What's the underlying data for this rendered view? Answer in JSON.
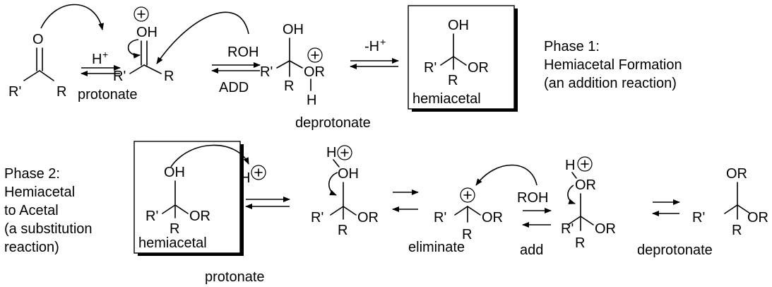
{
  "phase1": {
    "title_line1": "Phase 1:",
    "title_line2": "Hemiacetal Formation",
    "title_line3": "(an addition reaction)",
    "reagent_proton": "H",
    "reagent_proton_sup": "+",
    "step_protonate": "protonate",
    "reagent_alcohol": "ROH",
    "step_add": "ADD",
    "reagent_deprotonate": "-H",
    "reagent_deprotonate_sup": "+",
    "step_deprotonate": "deprotonate",
    "product_label": "hemiacetal"
  },
  "phase2": {
    "title_line1": "Phase 2:",
    "title_line2": "Hemiacetal",
    "title_line3": "to Acetal",
    "title_line4": "(a substitution",
    "title_line5": "reaction)",
    "start_label": "hemiacetal",
    "reagent_proton": "H",
    "step_protonate": "protonate",
    "step_eliminate": "eliminate",
    "reagent_alcohol": "ROH",
    "step_add": "add",
    "step_deprotonate": "deprotonate"
  },
  "atoms": {
    "O": "O",
    "OH": "OH",
    "OR": "OR",
    "R": "R",
    "Rp": "R'",
    "H": "H"
  }
}
